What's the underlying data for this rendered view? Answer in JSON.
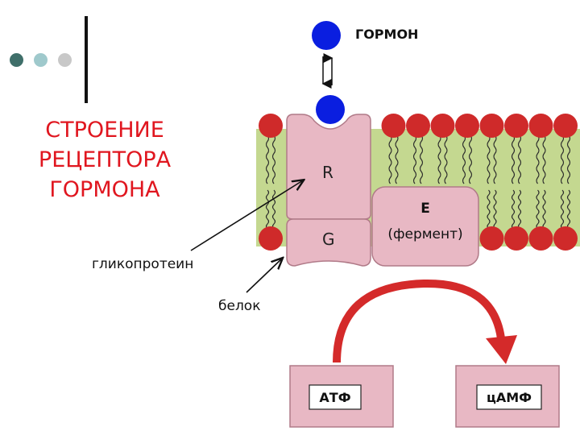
{
  "title_lines": [
    "СТРОЕНИЕ",
    "РЕЦЕПТОРА",
    "ГОРМОНА"
  ],
  "hormone_label": "ГОРМОН",
  "receptor_label": "R",
  "gprotein_label": "G",
  "enzyme_label": "E",
  "enzyme_sub_label": "(фермент)",
  "glycoprotein_label": "гликопротеин",
  "protein_label": "белок",
  "atp_label": "АТФ",
  "camp_label": "цАМФ",
  "colors": {
    "title": "#e0161f",
    "hormone": "#0a1ee0",
    "lipid_head": "#cf2a2a",
    "membrane_band": "#c4d890",
    "protein_fill": "#e8b8c4",
    "protein_stroke": "#b07a88",
    "arrow": "#d42a2a",
    "bullet_dark": "#3f6f6a",
    "bullet_light": "#9fc9cc",
    "bullet_gray": "#c8c8c8"
  }
}
